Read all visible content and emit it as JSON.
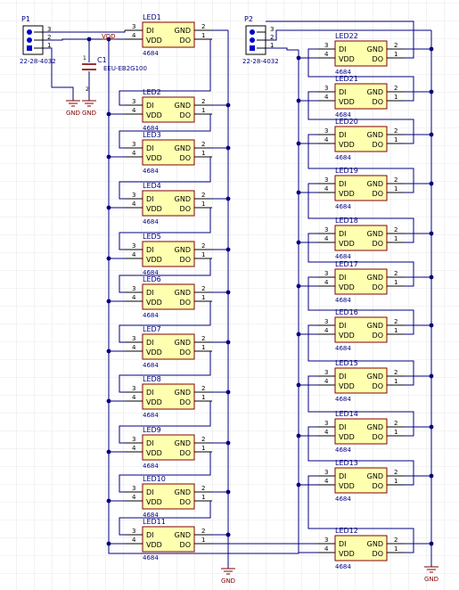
{
  "colors": {
    "wire": "#000080",
    "body_fill": "#ffffb0",
    "body_stroke": "#800000",
    "label_red": "#800000",
    "text_blue": "#000080",
    "pin_black": "#000000",
    "grid": "#d6d6d6"
  },
  "connectors": [
    {
      "ref": "P1",
      "part": "22-28-4032",
      "pins": [
        "3",
        "2",
        "1"
      ]
    },
    {
      "ref": "P2",
      "part": "22-28-4032",
      "pins": [
        "3",
        "2",
        "1"
      ]
    }
  ],
  "capacitor": {
    "ref": "C1",
    "value": "EEU-EB2G100",
    "pin1": "1",
    "pin2": "2"
  },
  "power": {
    "vdd": "VDD",
    "gnd": "GND"
  },
  "led_part": "4684",
  "led_pins": {
    "di": "DI",
    "vdd": "VDD",
    "gnd": "GND",
    "do": "DO",
    "n_di": "3",
    "n_vdd": "4",
    "n_gnd": "2",
    "n_do": "1"
  },
  "leds_left": [
    "LED1",
    "LED2",
    "LED3",
    "LED4",
    "LED5",
    "LED6",
    "LED7",
    "LED8",
    "LED9",
    "LED10",
    "LED11"
  ],
  "leds_right": [
    "LED22",
    "LED21",
    "LED20",
    "LED19",
    "LED18",
    "LED17",
    "LED16",
    "LED15",
    "LED14",
    "LED13",
    "LED12"
  ]
}
